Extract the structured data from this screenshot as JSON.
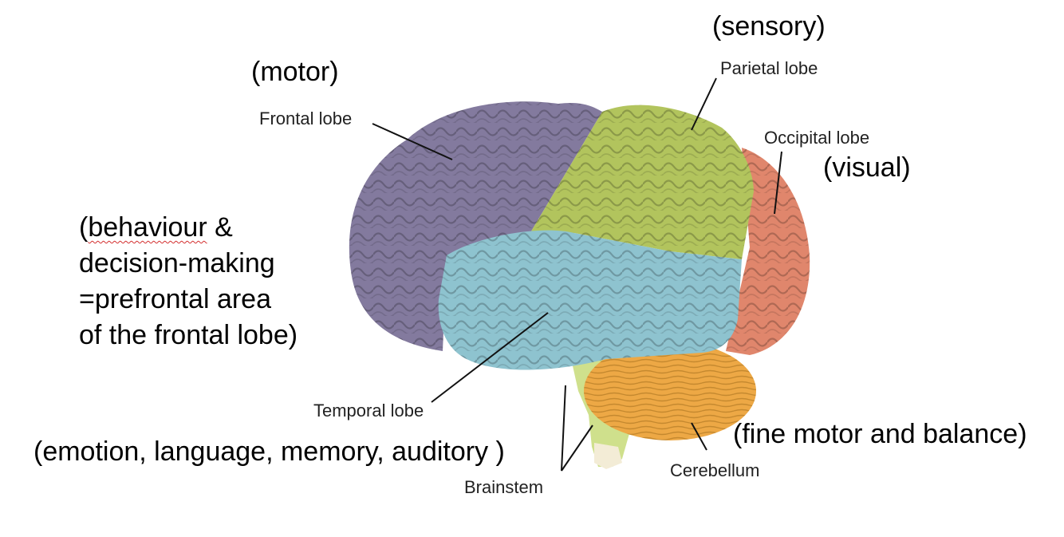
{
  "labels": {
    "frontal": "Frontal lobe",
    "parietal": "Parietal lobe",
    "occipital": "Occipital lobe",
    "temporal": "Temporal lobe",
    "brainstem": "Brainstem",
    "cerebellum": "Cerebellum"
  },
  "functions": {
    "frontal": "(motor)",
    "parietal": "(sensory)",
    "occipital": "(visual)",
    "temporal": "(emotion, language, memory, auditory )",
    "cerebellum": "(fine motor and balance)",
    "prefrontal": {
      "line1_open": "(",
      "line1_word": "behaviour",
      "line1_rest": " &",
      "line2": "decision-making",
      "line3": "=prefrontal area",
      "line4": "of the frontal lobe)"
    }
  },
  "colors": {
    "frontal": "#837a9e",
    "parietal": "#b2c45d",
    "occipital": "#e0866c",
    "temporal": "#8ec3cf",
    "cerebellum": "#eda845",
    "brainstem": "#cfe08c",
    "leader_line": "#111111",
    "spellcheck_underline": "#d32f2f"
  }
}
